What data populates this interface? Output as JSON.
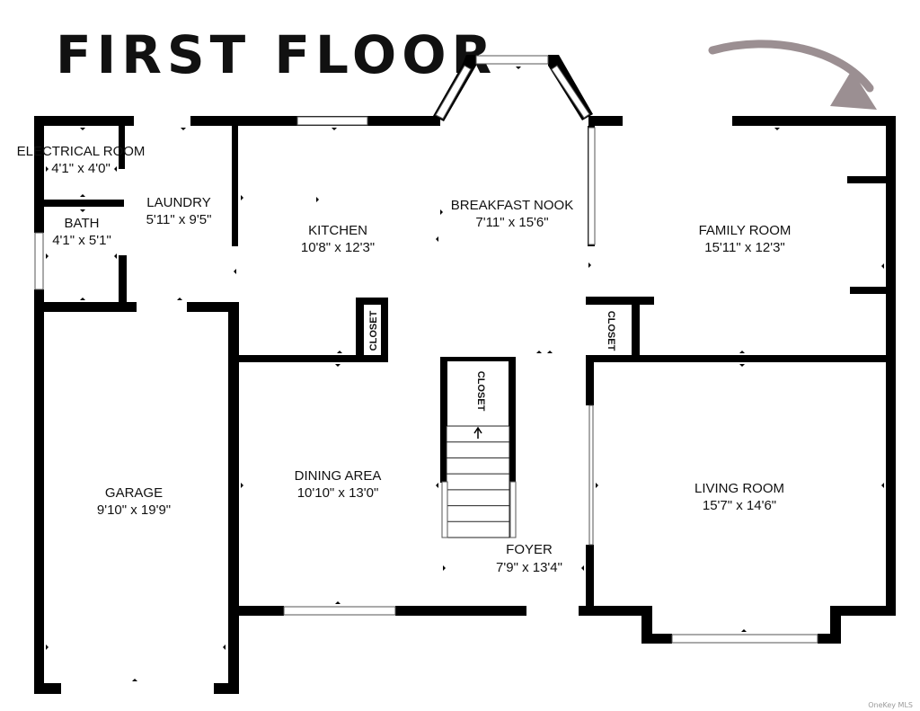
{
  "title": "FIRST FLOOR",
  "accent_color": "#9b8f92",
  "rooms": {
    "electrical": {
      "name": "ELECTRICAL ROOM",
      "dims": "4'1\" x 4'0\""
    },
    "laundry": {
      "name": "LAUNDRY",
      "dims": "5'11\" x 9'5\""
    },
    "bath": {
      "name": "BATH",
      "dims": "4'1\" x 5'1\""
    },
    "kitchen": {
      "name": "KITCHEN",
      "dims": "10'8\" x 12'3\""
    },
    "breakfast": {
      "name": "BREAKFAST NOOK",
      "dims": "7'11\" x 15'6\""
    },
    "family": {
      "name": "FAMILY ROOM",
      "dims": "15'11\" x 12'3\""
    },
    "garage": {
      "name": "GARAGE",
      "dims": "9'10\" x 19'9\""
    },
    "dining": {
      "name": "DINING AREA",
      "dims": "10'10\" x 13'0\""
    },
    "foyer": {
      "name": "FOYER",
      "dims": "7'9\" x 13'4\""
    },
    "living": {
      "name": "LIVING ROOM",
      "dims": "15'7\" x 14'6\""
    }
  },
  "closets": {
    "kitchen": "CLOSET",
    "family": "CLOSET",
    "stairs": "CLOSET"
  },
  "watermark": "OneKey MLS",
  "icons": {
    "arrow": "curved-arrow-icon",
    "stairs": "stair-direction-arrow-icon"
  }
}
